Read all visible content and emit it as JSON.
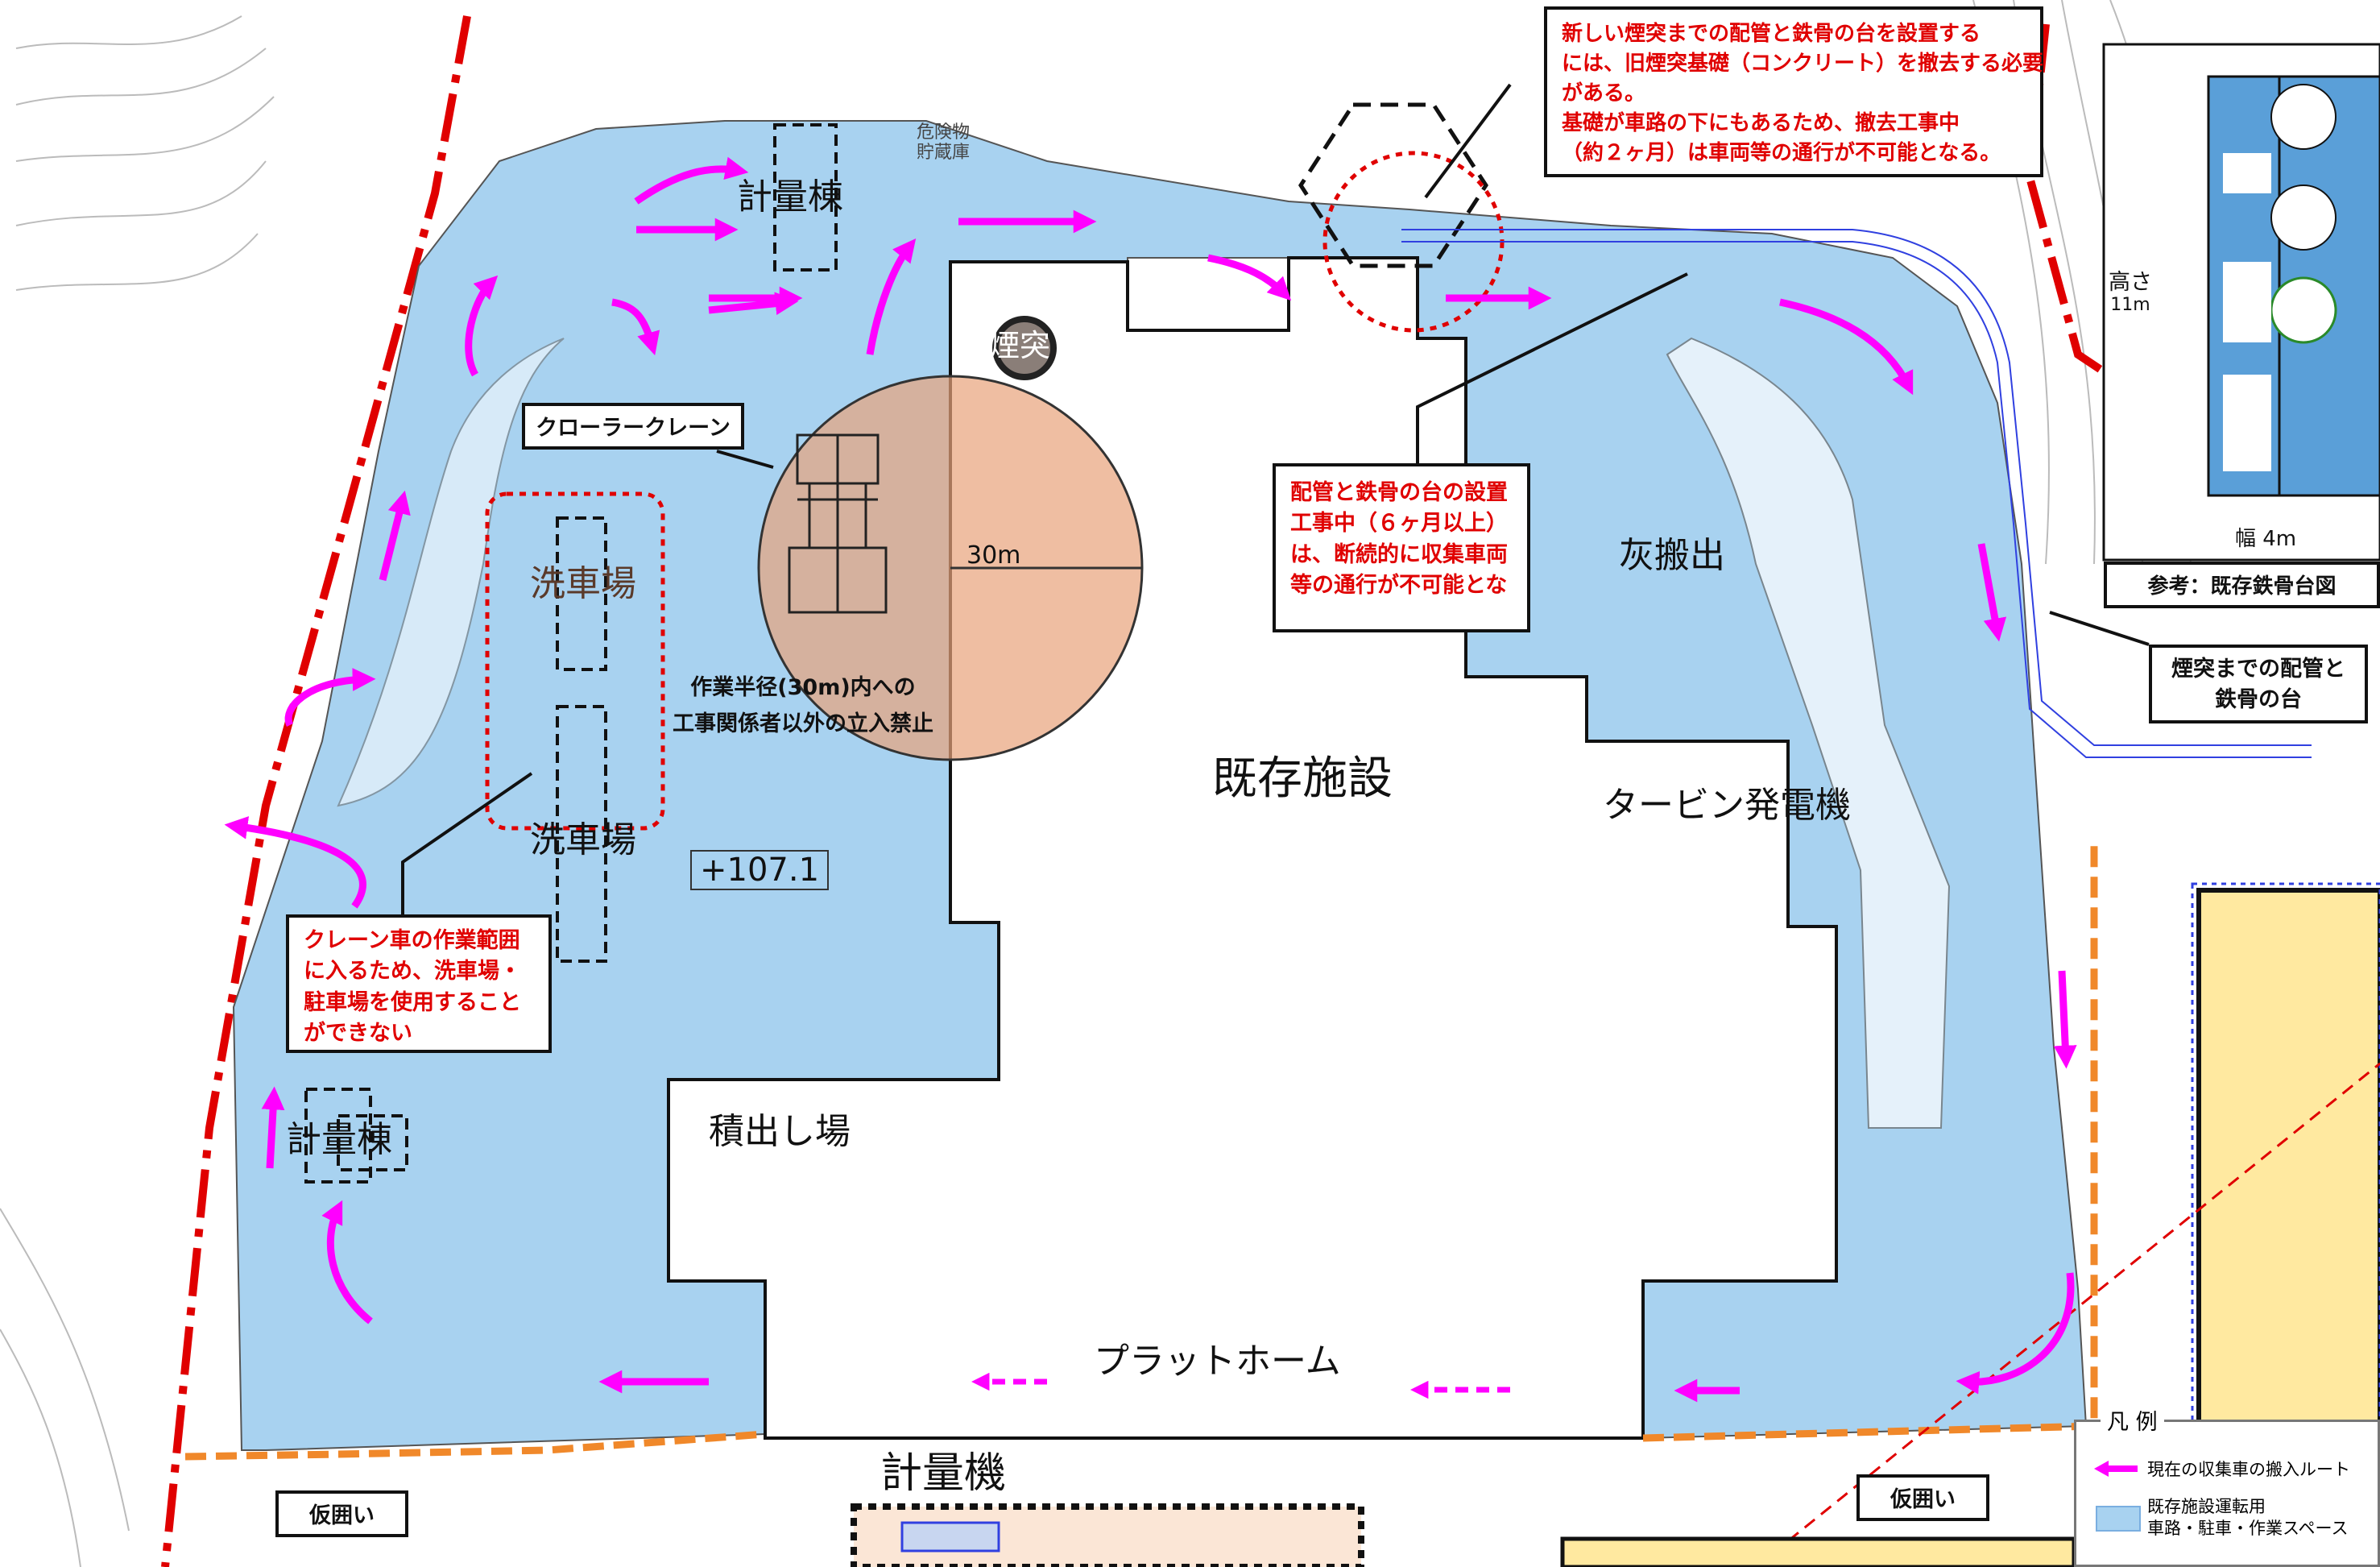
{
  "labels": {
    "keiryoutou_top": "計量棟",
    "keiryoutou_left": "計量棟",
    "senshajou_1": "洗車場",
    "senshajou_2": "洗車場",
    "entotsu": "煙突",
    "crawler_crane": "クローラークレーン",
    "radius": "30m",
    "radius_note": [
      "作業半径(30m)内への",
      "工事関係者以外の立入禁止"
    ],
    "elevation": "+107.1",
    "kizon_shisetsu": "既存施設",
    "turbine": "タービン発電機",
    "hai_hanshutsu": "灰搬出",
    "tsumidashi": "積出し場",
    "platform": "プラットホーム",
    "keiryouki": "計量機",
    "kiken": [
      "危険物",
      "貯蔵庫"
    ]
  },
  "callouts": {
    "top": [
      "新しい煙突までの配管と鉄骨の台を設置する",
      "には、旧煙突基礎（コンクリート）を撤去する必要",
      "がある。",
      "基礎が車路の下にもあるため、撤去工事中",
      "（約２ヶ月）は車両等の通行が不可能となる。"
    ],
    "middle": [
      "配管と鉄骨の台の設置",
      "工事中（６ヶ月以上）",
      "は、断続的に収集車両",
      "等の通行が不可能とな"
    ],
    "left": [
      "クレーン車の作業範囲",
      "に入るため、洗車場・",
      "駐車場を使用すること",
      "ができない"
    ],
    "piping": [
      "煙突までの配管と",
      "鉄骨の台"
    ],
    "fence_left": "仮囲い",
    "fence_right": "仮囲い"
  },
  "inset": {
    "title": "参考：既存鉄骨台図",
    "height_label": "高さ",
    "height_value": "11m",
    "width_label": "幅  4m"
  },
  "legend": {
    "title": "凡 例",
    "route_label": "現在の収集車の搬入ルート",
    "area_label": [
      "既存施設運転用",
      "車路・駐車・作業スペース"
    ]
  },
  "colors": {
    "road_area": "#a8d2f0",
    "route_arrow": "#ff00ff",
    "crane_radius": "#f0a878",
    "callout_text": "#e00000",
    "fence": "#f0882a",
    "boundary": "#e00000"
  }
}
